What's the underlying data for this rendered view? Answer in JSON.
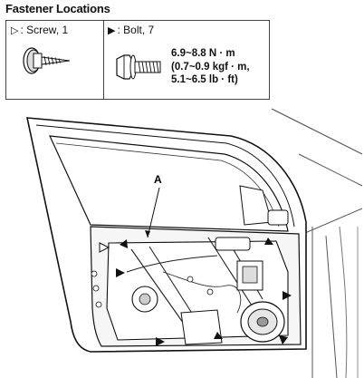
{
  "title": "Fastener Locations",
  "legend": {
    "screw_symbol": "▷",
    "screw_label": ": Screw, 1",
    "bolt_symbol": "▶",
    "bolt_label": ": Bolt, 7",
    "torque": {
      "line1": "6.9~8.8 N · m",
      "line2": "(0.7~0.9 kgf · m,",
      "line3": "5.1~6.5 lb · ft)"
    }
  },
  "diagram": {
    "callout": "A",
    "icons": [
      "screw-icon",
      "bolt-icon",
      "door-panel-illustration"
    ]
  }
}
